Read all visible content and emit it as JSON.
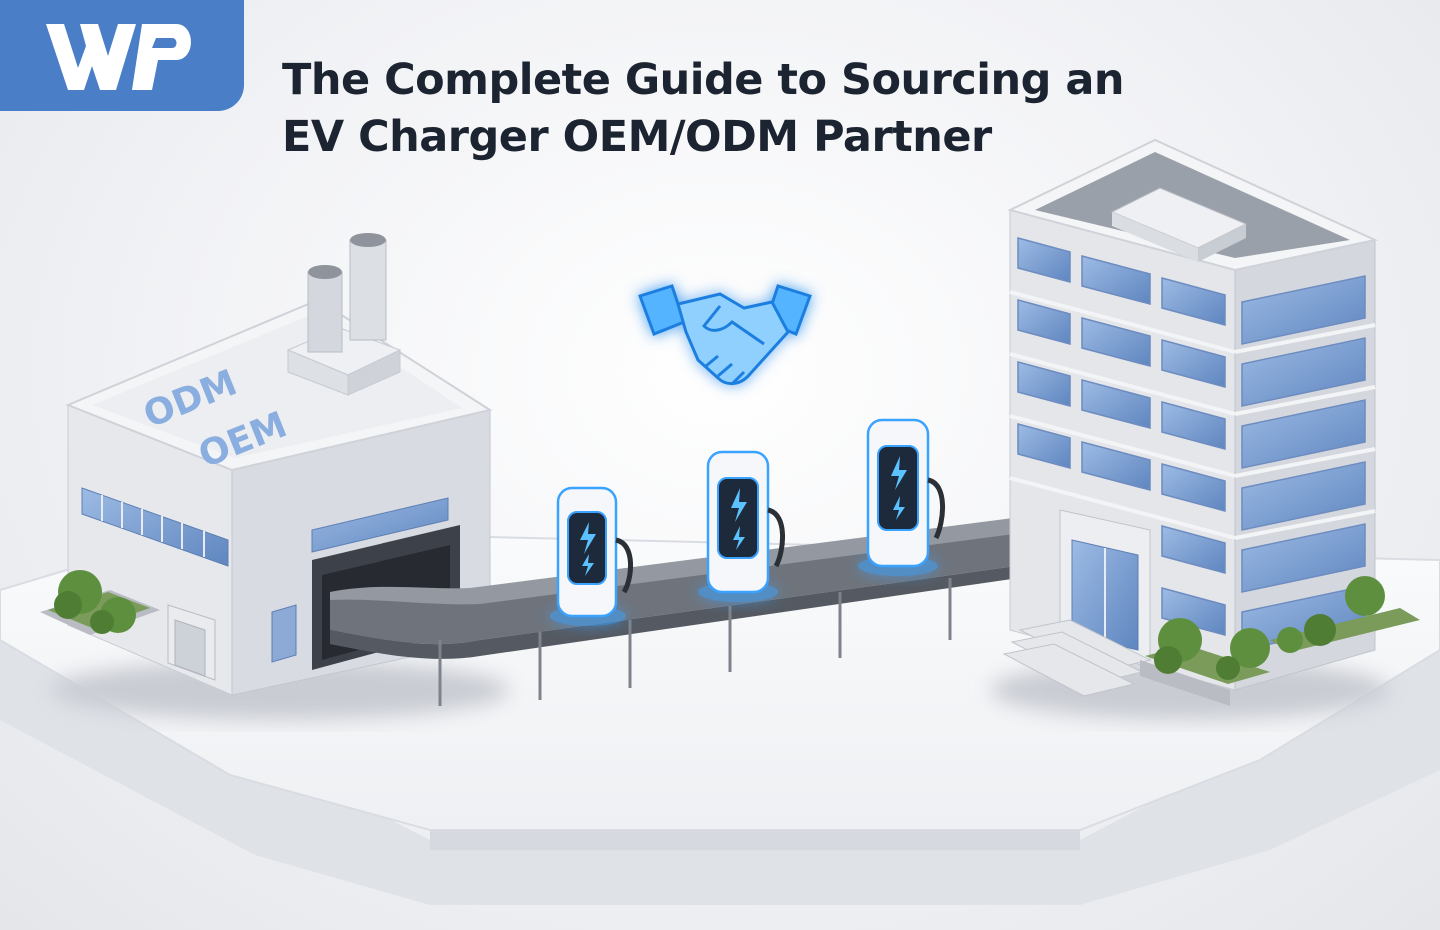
{
  "brand": {
    "logo_icon": "wp-logo-icon",
    "color": "#4a7fc8"
  },
  "title": {
    "line1": "The Complete Guide to Sourcing an",
    "line2": "EV Charger OEM/ODM Partner"
  },
  "factory": {
    "roof_label_1": "ODM",
    "roof_label_2": "OEM"
  },
  "icons": {
    "handshake": "handshake-icon",
    "charger": "ev-charger-icon",
    "lightning": "lightning-bolt-icon"
  },
  "colors": {
    "glow_blue": "#3aa2ff",
    "window_blue": "#7fa3d6",
    "title_text": "#1b2430"
  }
}
